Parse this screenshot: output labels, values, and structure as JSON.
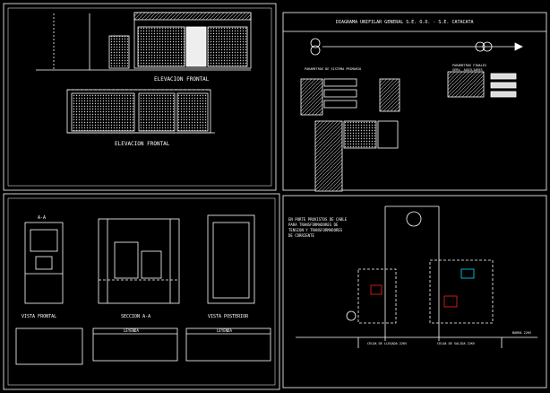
{
  "colors": {
    "background": "#000000",
    "line": "#ffffff",
    "accent_red": "#ff2020",
    "accent_cyan": "#00e0ff",
    "accent_yellow": "#ffff00",
    "accent_magenta": "#ff00ff"
  },
  "sheets": {
    "top_left": {
      "label_upper": "ELEVACION FRONTAL",
      "label_lower": "ELEVACION FRONTAL"
    },
    "top_right": {
      "title": "DIAGRAMA UNIFILAR GENERAL S.E. O.O. - S.E. CATACATA",
      "label_left": "PARAMETROS DE SISTEMA PRIMARIO",
      "label_right": "PARAMETROS FINALES",
      "label_right_sub": "SERV. AUXILIARES"
    },
    "bottom_left": {
      "section_tag": "A-A",
      "view_front": "VISTA FRONTAL",
      "view_section": "SECCION A-A",
      "view_rear": "VISTA POSTERIOR",
      "legend_1": "LEYENDA",
      "legend_2": "LEYENDA"
    },
    "bottom_right": {
      "notes": [
        "EN PORTE PROVISTOS DE CABLE",
        "PARA TRANSFORMADORES DE",
        "TENSION Y TRANSFORMADORES",
        "DE CORRIENTE"
      ],
      "label_in": "CELDA DE LLEGADA 22KV",
      "label_out": "CELDA DE SALIDA 22KV",
      "label_bus": "BARRA 22KV"
    }
  }
}
